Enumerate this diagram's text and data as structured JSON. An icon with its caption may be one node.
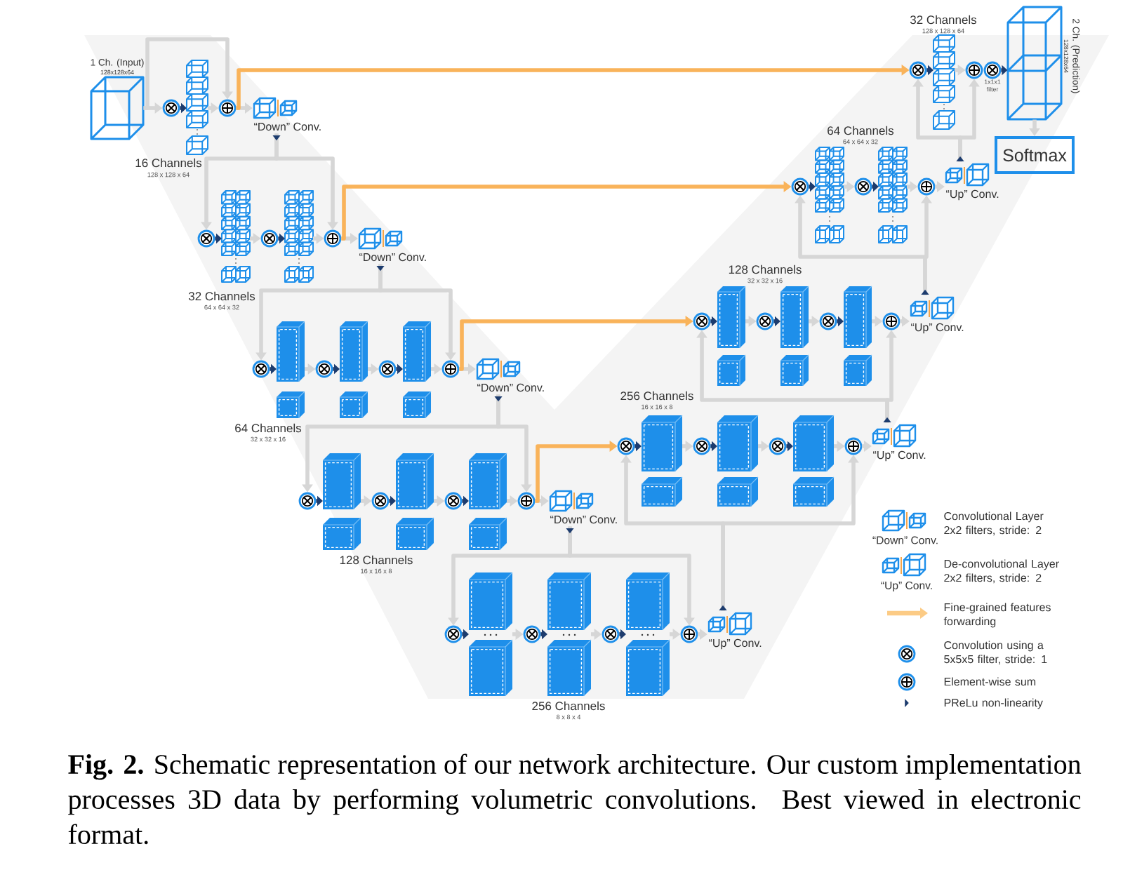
{
  "diagram": {
    "caption": "**Fig. 2.** Schematic representation of our network architecture. Our custom implementation processes 3D data by performing volumetric convolutions. Best viewed in electronic format.",
    "nodes": [
      {
        "text": [
          "1 Ch. (Input)",
          "128x128x64"
        ]
      },
      {
        "text": [],
        "shape": "circle"
      },
      {
        "text": [],
        "shape": "box"
      },
      {
        "text": [],
        "shape": "circle"
      },
      {
        "text": [
          "“Down” Conv."
        ]
      },
      {
        "text": [],
        "shape": "circle"
      },
      {
        "text": [],
        "shape": "box"
      },
      {
        "text": [],
        "shape": "circle"
      },
      {
        "text": [],
        "shape": "box"
      },
      {
        "text": [],
        "shape": "circle"
      },
      {
        "text": [
          "“Down” Conv."
        ]
      },
      {
        "text": [],
        "shape": "circle"
      },
      {
        "text": [],
        "shape": "box"
      },
      {
        "text": [],
        "shape": "circle"
      },
      {
        "text": [],
        "shape": "box"
      },
      {
        "text": [],
        "shape": "circle"
      },
      {
        "text": [],
        "shape": "box"
      },
      {
        "text": [],
        "shape": "circle"
      },
      {
        "text": [
          "“Down” Conv."
        ]
      },
      {
        "text": [],
        "shape": "circle"
      },
      {
        "text": [],
        "shape": "box"
      },
      {
        "text": [],
        "shape": "circle"
      },
      {
        "text": [],
        "shape": "box"
      },
      {
        "text": [],
        "shape": "circle"
      },
      {
        "text": [],
        "shape": "box"
      },
      {
        "text": [],
        "shape": "circle"
      },
      {
        "text": [
          "“Down” Conv."
        ]
      },
      {
        "text": [],
        "shape": "circle"
      },
      {
        "text": [],
        "shape": "box"
      },
      {
        "text": [],
        "shape": "circle"
      },
      {
        "text": [],
        "shape": "box"
      },
      {
        "text": [],
        "shape": "circle"
      },
      {
        "text": [],
        "shape": "box"
      },
      {
        "text": [],
        "shape": "circle"
      },
      {
        "text": [
          "“Up” Conv."
        ]
      },
      {
        "text": [],
        "shape": "circle"
      },
      {
        "text": [],
        "shape": "box"
      },
      {
        "text": [],
        "shape": "circle"
      },
      {
        "text": [],
        "shape": "box"
      },
      {
        "text": [],
        "shape": "circle"
      },
      {
        "text": [],
        "shape": "box"
      },
      {
        "text": [],
        "shape": "circle"
      },
      {
        "text": [
          "“Up” Conv."
        ]
      },
      {
        "text": [],
        "shape": "circle"
      },
      {
        "text": [],
        "shape": "box"
      },
      {
        "text": [],
        "shape": "circle"
      },
      {
        "text": [],
        "shape": "box"
      },
      {
        "text": [],
        "shape": "circle"
      },
      {
        "text": [],
        "shape": "box"
      },
      {
        "text": [],
        "shape": "circle"
      },
      {
        "text": [
          "“Up” Conv."
        ]
      },
      {
        "text": [],
        "shape": "circle"
      },
      {
        "text": [],
        "shape": "box"
      },
      {
        "text": [],
        "shape": "circle"
      },
      {
        "text": [],
        "shape": "box"
      },
      {
        "text": [],
        "shape": "circle"
      },
      {
        "text": [
          "“Up” Conv."
        ]
      },
      {
        "text": [],
        "shape": "circle"
      },
      {
        "text": [],
        "shape": "box"
      },
      {
        "text": [],
        "shape": "circle"
      },
      {
        "text": [],
        "shape": "circle",
        "beside": [
          "1x1x1 filter"
        ]
      },
      {
        "text": [
          "2 Ch. (Prediction)",
          "128x128x64"
        ]
      },
      {
        "text": [
          "Softmax"
        ]
      }
    ],
    "edges": [
      {
        "from": 0,
        "to": 1,
        "arrow": "to"
      },
      {
        "from": 0,
        "to": 3,
        "arrow": "to"
      },
      {
        "from": 1,
        "to": 2,
        "arrow": "to",
        "color": "#1d3c6e"
      },
      {
        "from": 2,
        "to": 3,
        "arrow": "to"
      },
      {
        "from": 3,
        "to": 4,
        "arrow": "to"
      },
      {
        "from": 3,
        "to": 57,
        "arrow": "to",
        "color": "#f9b35a"
      },
      {
        "from": 4,
        "to": 5,
        "arrow": "to"
      },
      {
        "from": 4,
        "to": 9,
        "arrow": "to"
      },
      {
        "from": 5,
        "to": 6,
        "arrow": "to",
        "color": "#1d3c6e"
      },
      {
        "from": 6,
        "to": 7,
        "arrow": "to"
      },
      {
        "from": 7,
        "to": 8,
        "arrow": "to",
        "color": "#1d3c6e"
      },
      {
        "from": 8,
        "to": 9,
        "arrow": "to"
      },
      {
        "from": 9,
        "to": 10,
        "arrow": "to"
      },
      {
        "from": 9,
        "to": 51,
        "arrow": "to",
        "color": "#f9b35a"
      },
      {
        "from": 10,
        "to": 11,
        "arrow": "to"
      },
      {
        "from": 10,
        "to": 17,
        "arrow": "to"
      },
      {
        "from": 11,
        "to": 12,
        "arrow": "to",
        "color": "#1d3c6e"
      },
      {
        "from": 12,
        "to": 13,
        "arrow": "to"
      },
      {
        "from": 13,
        "to": 14,
        "arrow": "to",
        "color": "#1d3c6e"
      },
      {
        "from": 14,
        "to": 15,
        "arrow": "to"
      },
      {
        "from": 15,
        "to": 16,
        "arrow": "to",
        "color": "#1d3c6e"
      },
      {
        "from": 16,
        "to": 17,
        "arrow": "to"
      },
      {
        "from": 17,
        "to": 18,
        "arrow": "to"
      },
      {
        "from": 17,
        "to": 43,
        "arrow": "to",
        "color": "#f9b35a"
      },
      {
        "from": 18,
        "to": 19,
        "arrow": "to"
      },
      {
        "from": 18,
        "to": 25,
        "arrow": "to"
      },
      {
        "from": 19,
        "to": 20,
        "arrow": "to",
        "color": "#1d3c6e"
      },
      {
        "from": 20,
        "to": 21,
        "arrow": "to"
      },
      {
        "from": 21,
        "to": 22,
        "arrow": "to",
        "color": "#1d3c6e"
      },
      {
        "from": 22,
        "to": 23,
        "arrow": "to"
      },
      {
        "from": 23,
        "to": 24,
        "arrow": "to",
        "color": "#1d3c6e"
      },
      {
        "from": 24,
        "to": 25,
        "arrow": "to"
      },
      {
        "from": 25,
        "to": 26,
        "arrow": "to"
      },
      {
        "from": 25,
        "to": 35,
        "arrow": "to",
        "color": "#f9b35a"
      },
      {
        "from": 26,
        "to": 27,
        "arrow": "to"
      },
      {
        "from": 26,
        "to": 33,
        "arrow": "to"
      },
      {
        "from": 27,
        "to": 28,
        "arrow": "to",
        "color": "#1d3c6e"
      },
      {
        "from": 28,
        "to": 29,
        "arrow": "to"
      },
      {
        "from": 29,
        "to": 30,
        "arrow": "to",
        "color": "#1d3c6e"
      },
      {
        "from": 30,
        "to": 31,
        "arrow": "to"
      },
      {
        "from": 31,
        "to": 32,
        "arrow": "to",
        "color": "#1d3c6e"
      },
      {
        "from": 32,
        "to": 33,
        "arrow": "to"
      },
      {
        "from": 33,
        "to": 34,
        "arrow": "to"
      },
      {
        "from": 34,
        "to": 35,
        "arrow": "to"
      },
      {
        "from": 34,
        "to": 41,
        "arrow": "to"
      },
      {
        "from": 35,
        "to": 36,
        "arrow": "to",
        "color": "#1d3c6e"
      },
      {
        "from": 36,
        "to": 37,
        "arrow": "to"
      },
      {
        "from": 37,
        "to": 38,
        "arrow": "to",
        "color": "#1d3c6e"
      },
      {
        "from": 38,
        "to": 39,
        "arrow": "to"
      },
      {
        "from": 39,
        "to": 40,
        "arrow": "to",
        "color": "#1d3c6e"
      },
      {
        "from": 40,
        "to": 41,
        "arrow": "to"
      },
      {
        "from": 41,
        "to": 42,
        "arrow": "to"
      },
      {
        "from": 42,
        "to": 43,
        "arrow": "to"
      },
      {
        "from": 42,
        "to": 49,
        "arrow": "to"
      },
      {
        "from": 43,
        "to": 44,
        "arrow": "to",
        "color": "#1d3c6e"
      },
      {
        "from": 44,
        "to": 45,
        "arrow": "to"
      },
      {
        "from": 45,
        "to": 46,
        "arrow": "to",
        "color": "#1d3c6e"
      },
      {
        "from": 46,
        "to": 47,
        "arrow": "to"
      },
      {
        "from": 47,
        "to": 48,
        "arrow": "to",
        "color": "#1d3c6e"
      },
      {
        "from": 48,
        "to": 49,
        "arrow": "to"
      },
      {
        "from": 49,
        "to": 50,
        "arrow": "to"
      },
      {
        "from": 50,
        "to": 51,
        "arrow": "to"
      },
      {
        "from": 50,
        "to": 55,
        "arrow": "to"
      },
      {
        "from": 51,
        "to": 52,
        "arrow": "to",
        "color": "#1d3c6e"
      },
      {
        "from": 52,
        "to": 53,
        "arrow": "to"
      },
      {
        "from": 53,
        "to": 54,
        "arrow": "to",
        "color": "#1d3c6e"
      },
      {
        "from": 54,
        "to": 55,
        "arrow": "to"
      },
      {
        "from": 55,
        "to": 56,
        "arrow": "to"
      },
      {
        "from": 56,
        "to": 57,
        "arrow": "to"
      },
      {
        "from": 56,
        "to": 59,
        "arrow": "to"
      },
      {
        "from": 57,
        "to": 58,
        "arrow": "to",
        "color": "#1d3c6e"
      },
      {
        "from": 58,
        "to": 59,
        "arrow": "to"
      },
      {
        "from": 60,
        "to": 61,
        "arrow": "to",
        "color": "#1d3c6e"
      },
      {
        "from": 61,
        "to": 62,
        "arrow": "to"
      }
    ],
    "labels": [
      "32 Channels",
      "128 x 128 x 64",
      "64 Channels",
      "64 x 64 x 32",
      "16 Channels",
      "128 x 128 x 64",
      "128 Channels",
      "32 x 32 x 16",
      "32 Channels",
      "64 x 64 x 32",
      "256 Channels",
      "16 x 16 x 8",
      "64 Channels",
      "32 x 32 x 16",
      "“Down” Conv.",
      "128 Channels",
      "16 x 16 x 8",
      "“Up” Conv.",
      "256 Channels",
      "8 x 8 x 4"
    ],
    "legend": [
      {
        "text": "Convolutional Layer 2x2 filters, stride: 2"
      },
      {
        "text": "De-convolutional Layer 2x2 filters, stride: 2"
      },
      {
        "text": "Fine-grained features forwarding"
      },
      {
        "text": "Convolution using a 5x5x5 filter, stride: 1"
      },
      {
        "text": "Element-wise sum"
      },
      {
        "text": "PReLu non-linearity"
      }
    ]
  }
}
